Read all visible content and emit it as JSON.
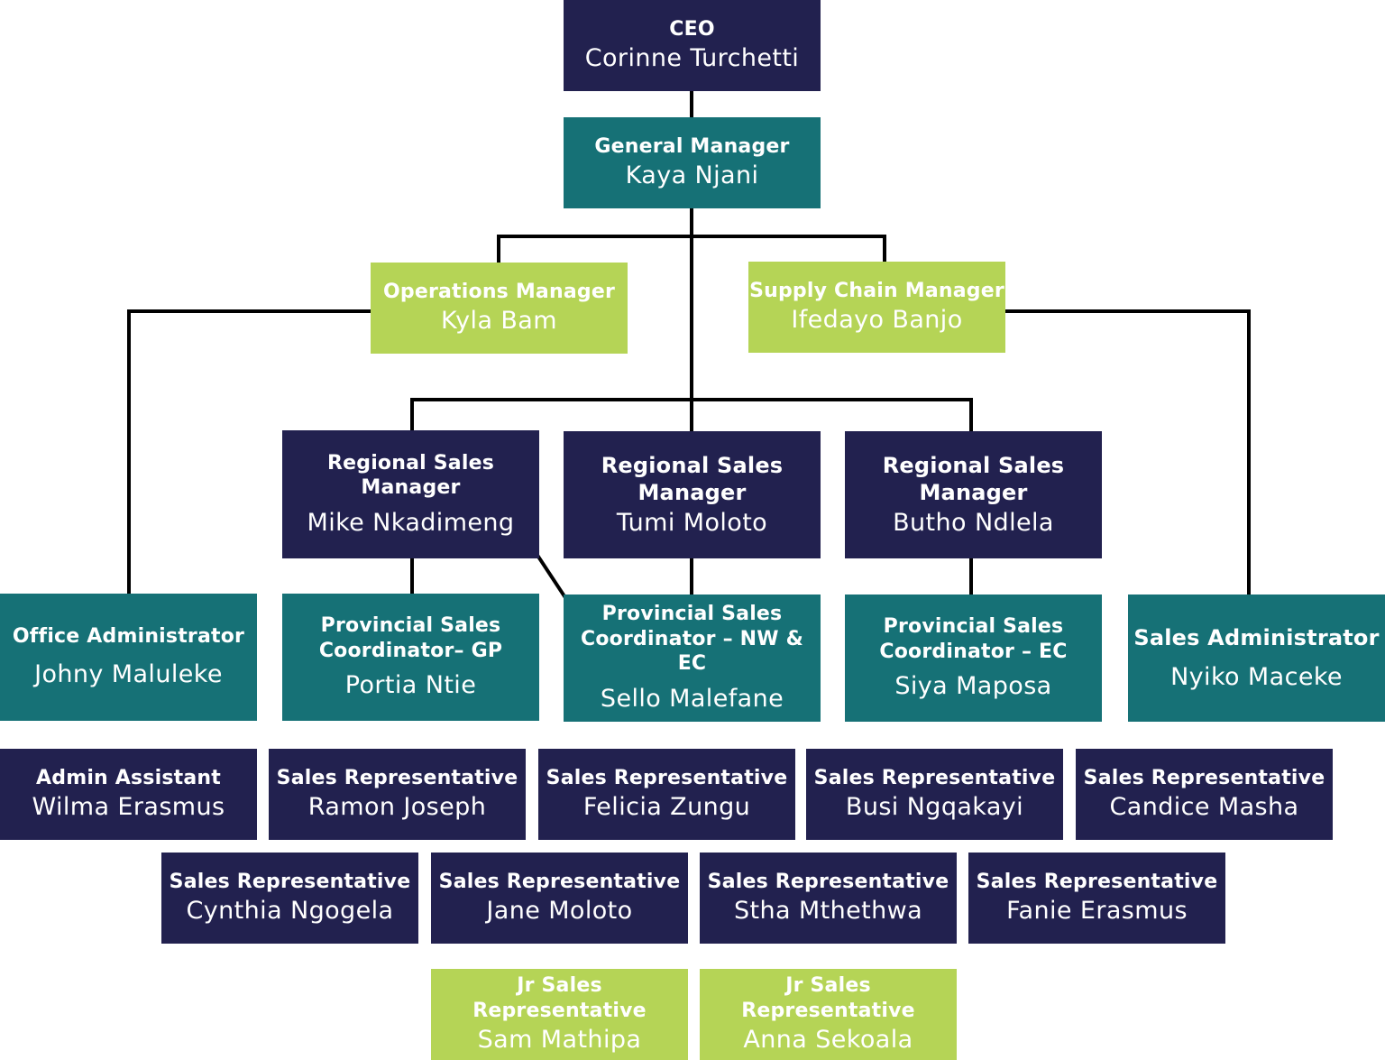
{
  "colors": {
    "navy": "#22214f",
    "teal": "#167176",
    "lime": "#b5d456",
    "line": "#000000"
  },
  "nodes": {
    "ceo": {
      "role": "CEO",
      "name": "Corinne Turchetti"
    },
    "gm": {
      "role": "General Manager",
      "name": "Kaya Njani"
    },
    "ops": {
      "role": "Operations Manager",
      "name": "Kyla Bam"
    },
    "scm": {
      "role": "Supply Chain Manager",
      "name": "Ifedayo Banjo"
    },
    "rsm1": {
      "role": "Regional Sales\nManager",
      "name": "Mike Nkadimeng"
    },
    "rsm2": {
      "role": "Regional Sales\nManager",
      "name": "Tumi Moloto"
    },
    "rsm3": {
      "role": "Regional Sales\nManager",
      "name": "Butho Ndlela"
    },
    "offadmin": {
      "role": "Office Administrator",
      "name": "Johny Maluleke"
    },
    "psc_gp": {
      "role": "Provincial Sales\nCoordinator– GP",
      "name": "Portia Ntie"
    },
    "psc_nw": {
      "role": "Provincial Sales\nCoordinator – NW & EC",
      "name": "Sello Malefane"
    },
    "psc_ec": {
      "role": "Provincial Sales\nCoordinator – EC",
      "name": "Siya Maposa"
    },
    "salesadmin": {
      "role": "Sales Administrator",
      "name": "Nyiko Maceke"
    },
    "admin_asst": {
      "role": "Admin Assistant",
      "name": "Wilma Erasmus"
    },
    "rep1": {
      "role": "Sales Representative",
      "name": "Ramon Joseph"
    },
    "rep2": {
      "role": "Sales Representative",
      "name": "Felicia Zungu"
    },
    "rep3": {
      "role": "Sales Representative",
      "name": "Busi Ngqakayi"
    },
    "rep4": {
      "role": "Sales Representative",
      "name": "Candice Masha"
    },
    "rep5": {
      "role": "Sales Representative",
      "name": "Cynthia Ngogela"
    },
    "rep6": {
      "role": "Sales Representative",
      "name": "Jane Moloto"
    },
    "rep7": {
      "role": "Sales Representative",
      "name": "Stha Mthethwa"
    },
    "rep8": {
      "role": "Sales Representative",
      "name": "Fanie Erasmus"
    },
    "jr1": {
      "role": "Jr Sales Representative",
      "name": "Sam Mathipa"
    },
    "jr2": {
      "role": "Jr Sales Representative",
      "name": "Anna Sekoala"
    }
  }
}
